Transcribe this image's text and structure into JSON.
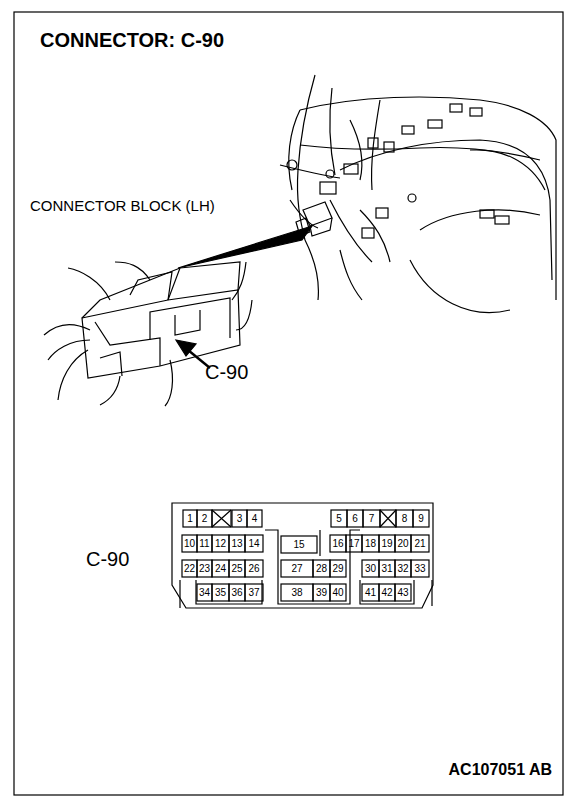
{
  "diagram": {
    "title": "CONNECTOR: C-90",
    "labels": [
      "CONNECTOR BLOCK (LH)",
      "C-90",
      "C-90",
      "1",
      "2",
      "3",
      "4",
      "5",
      "6",
      "7",
      "8",
      "9",
      "10",
      "11",
      "12",
      "13",
      "14",
      "15",
      "16",
      "17",
      "18",
      "19",
      "20",
      "21",
      "22",
      "23",
      "24",
      "25",
      "26",
      "27",
      "28",
      "29",
      "30",
      "31",
      "32",
      "33",
      "34",
      "35",
      "36",
      "37",
      "38",
      "39",
      "40",
      "41",
      "42",
      "43",
      "AC107051 AB"
    ]
  }
}
